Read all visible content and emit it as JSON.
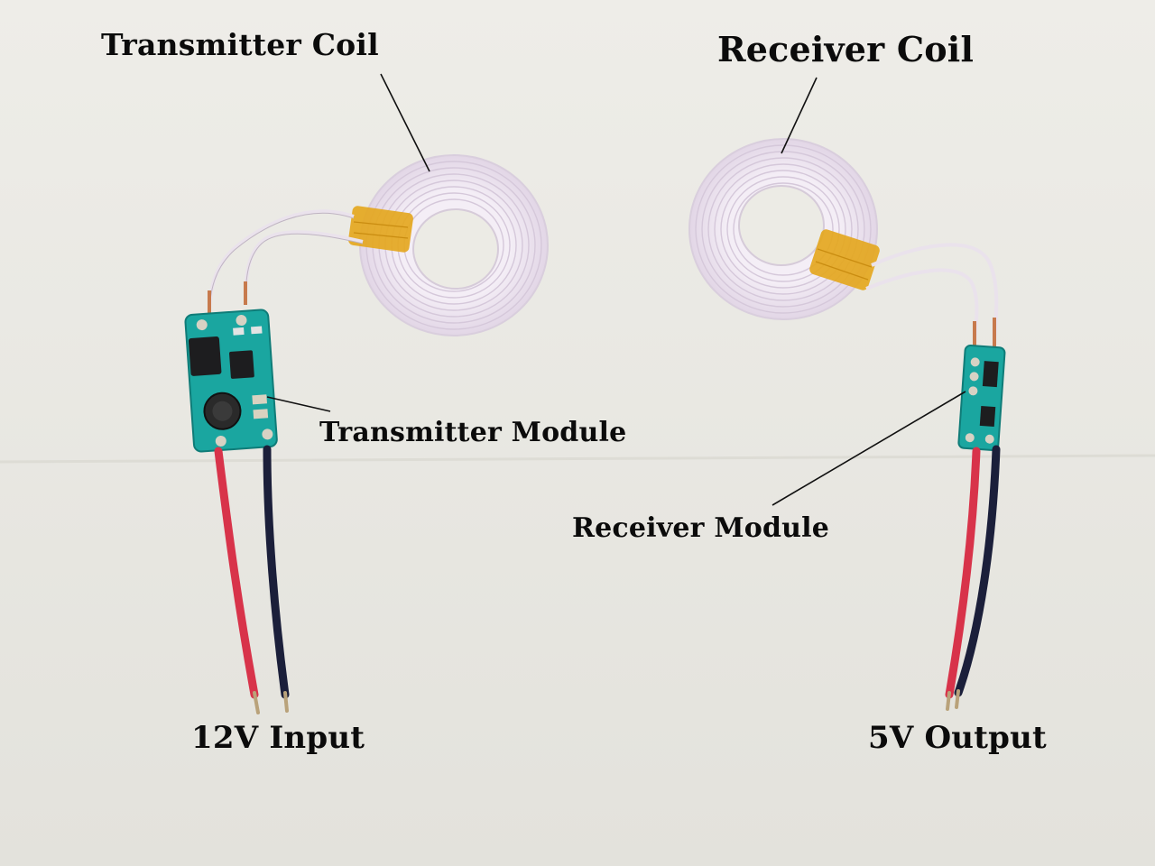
{
  "labels": {
    "transmitter_coil": "Transmitter Coil",
    "receiver_coil": "Receiver Coil",
    "transmitter_module": "Transmitter Module",
    "receiver_module": "Receiver Module",
    "input": "12V Input",
    "output": "5V Output"
  },
  "colors": {
    "background": "#e9e8e2",
    "coil_wire": "#efe6f2",
    "kapton_tape": "#e4a720",
    "pcb": "#1aa6a0",
    "red_wire": "#d8334a",
    "black_wire": "#1b1f3a",
    "text": "#0b0b0b"
  }
}
